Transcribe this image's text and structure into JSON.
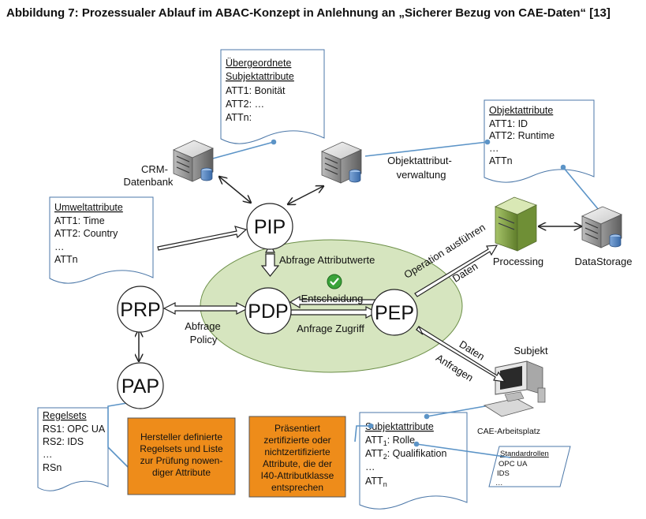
{
  "title": "Abbildung 7: Prozessualer Ablauf im ABAC-Konzept in Anlehnung an „Sicherer Bezug von CAE-Daten“ [13]",
  "nodes": {
    "pip": "PIP",
    "pdp": "PDP",
    "pep": "PEP",
    "prp": "PRP",
    "pap": "PAP"
  },
  "servers": {
    "crm": [
      "CRM-",
      "Datenbank"
    ],
    "objektattributverwaltung": [
      "Objektattribut-",
      "verwaltung"
    ],
    "processing": "Processing",
    "datastorage": "DataStorage"
  },
  "edge_labels": {
    "abfrage_attributwerte": "Abfrage Attributwerte",
    "entscheidung": "Entscheidung",
    "anfrage_zugriff": "Anfrage Zugriff",
    "abfrage_policy": [
      "Abfrage",
      "Policy"
    ],
    "operation_ausfuehren": "Operation ausführen",
    "daten_processing": "Daten",
    "daten_subjekt": "Daten",
    "anfragen": "Anfragen"
  },
  "docs": {
    "uebergeordnete": {
      "heading": [
        "Übergeordnete",
        "Subjektattribute"
      ],
      "lines": [
        "ATT1: Bonität",
        "ATT2: …",
        "ATTn:"
      ]
    },
    "objektattribute": {
      "heading": "Objektattribute",
      "lines": [
        "ATT1: ID",
        "ATT2: Runtime",
        "…",
        "ATTn"
      ]
    },
    "umweltattribute": {
      "heading": "Umweltattribute",
      "lines": [
        "ATT1: Time",
        "ATT2: Country",
        "…",
        "ATTn"
      ]
    },
    "regelsets": {
      "heading": "Regelsets",
      "lines": [
        "RS1: OPC UA",
        "RS2: IDS",
        "…",
        "RSn"
      ]
    },
    "subjektattribute": {
      "heading": "Subjektattribute",
      "lines": [
        {
          "base": "ATT",
          "sub": "1",
          "rest": ": Rolle"
        },
        {
          "base": "ATT",
          "sub": "2",
          "rest": ": Qualifikation"
        },
        {
          "base": "…",
          "sub": "",
          "rest": ""
        },
        {
          "base": "ATT",
          "sub": "n",
          "rest": ""
        }
      ]
    },
    "standardrollen": {
      "heading": "Standardrollen",
      "lines": [
        "OPC UA",
        "IDS",
        "…"
      ]
    }
  },
  "subjekt": {
    "label": "Subjekt",
    "workstation": "CAE-Arbeitsplatz"
  },
  "notes": {
    "hersteller": [
      "Hersteller definierte",
      "Regelsets und Liste",
      "zur Prüfung nowen-",
      "diger Attribute"
    ],
    "praesentiert": [
      "Präsentiert",
      "zertifizierte oder",
      "nichtzertifizierte",
      "Attribute, die der",
      "I40-Attributklasse",
      "entsprechen"
    ]
  },
  "colors": {
    "ellipse": "#d6e5bf",
    "note": "#ee8c1a",
    "link": "#5c94c7",
    "check": "#3aa33a"
  }
}
